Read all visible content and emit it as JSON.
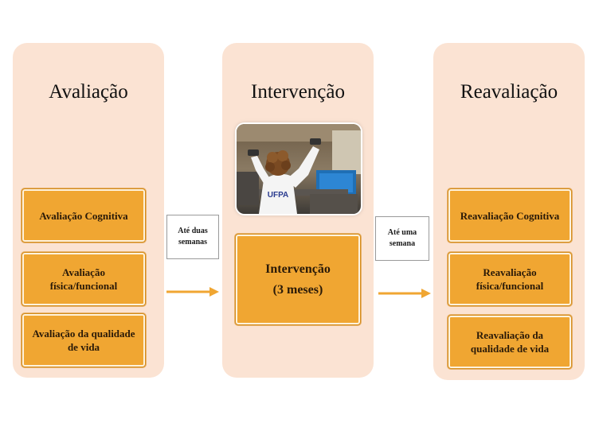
{
  "panels": [
    {
      "title": "Avaliação",
      "boxes": [
        "Avaliação Cognitiva",
        "Avaliação física/funcional",
        "Avaliação da qualidade de vida"
      ]
    },
    {
      "title": "Intervenção",
      "main_box": {
        "line1": "Intervenção",
        "line2": "(3 meses)"
      },
      "photo": {
        "shirt_text": "UFPA",
        "monitor_text": ""
      }
    },
    {
      "title": "Reavaliação",
      "boxes": [
        "Reavaliação Cognitiva",
        "Reavaliação física/funcional",
        "Reavaliação da qualidade de vida"
      ]
    }
  ],
  "connectors": [
    {
      "label": "Até duas semanas"
    },
    {
      "label": "Até uma semana"
    }
  ],
  "colors": {
    "panel_bg": "#fbe3d3",
    "box_fill": "#f0a632",
    "arrow": "#f0a632"
  }
}
